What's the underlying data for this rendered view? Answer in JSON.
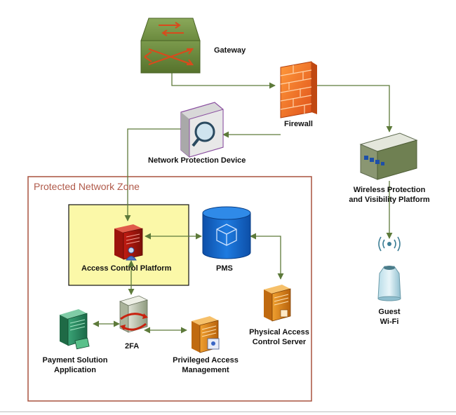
{
  "colors": {
    "connector": "#5d7a3a",
    "zone_border": "#a9523f",
    "highlight_fill": "#fbf8a8",
    "pms_blue": "#1565c0"
  },
  "labels": {
    "gateway": "Gateway",
    "firewall": "Firewall",
    "network_protection": "Network Protection Device",
    "wireless_line1": "Wireless Protection",
    "wireless_line2": "and Visibility Platform",
    "guest_line1": "Guest",
    "guest_line2": "Wi-Fi",
    "zone_title": "Protected Network Zone",
    "access_control": "Access Control Platform",
    "pms": "PMS",
    "physical_line1": "Physical Access",
    "physical_line2": "Control Server",
    "twofa": "2FA",
    "payment_line1": "Payment Solution",
    "payment_line2": "Application",
    "privileged_line1": "Privileged Access",
    "privileged_line2": "Management"
  },
  "icons": {
    "gateway": "router-icon",
    "firewall": "brick-wall-icon",
    "network_protection": "magnifier-appliance-icon",
    "wireless": "network-appliance-icon",
    "guest": "wifi-access-point-icon",
    "access_control": "server-user-icon",
    "pms": "database-cylinder-icon",
    "physical": "server-icon",
    "twofa": "sync-server-icon",
    "payment": "server-card-icon",
    "privileged": "server-certificate-icon"
  }
}
